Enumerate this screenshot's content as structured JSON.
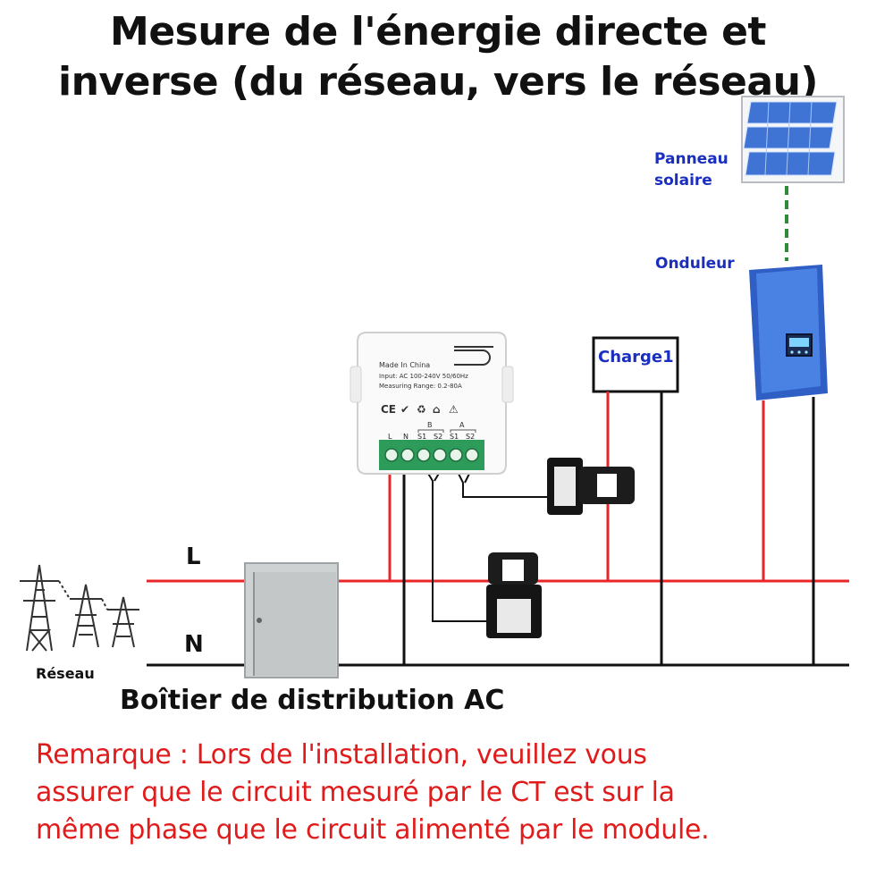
{
  "title_line1": "Mesure de l'énergie directe et",
  "title_line2": "inverse (du réseau, vers le réseau)",
  "labels": {
    "solar_panel_line1": "Panneau",
    "solar_panel_line2": "solaire",
    "inverter": "Onduleur",
    "load": "Charge1",
    "line_L": "L",
    "line_N": "N",
    "grid": "Réseau",
    "distribution_box": "Boîtier de distribution AC"
  },
  "module": {
    "made_in": "Made In China",
    "input": "Input: AC 100-240V 50/60Hz",
    "range": "Measuring Range: 0.2-80A",
    "group_b": "B",
    "group_a": "A",
    "terminals": [
      "L",
      "N",
      "S1",
      "S2",
      "S1",
      "S2"
    ]
  },
  "remark_lines": [
    "Remarque : Lors de l'installation, veuillez vous",
    "assurer que le circuit mesuré par le CT est sur la",
    "même phase que le circuit alimenté par le module."
  ],
  "colors": {
    "live_wire": "#e8262a",
    "neutral_wire": "#111111",
    "label_blue": "#1a2fc0",
    "remark_red": "#e01b1b",
    "inverter_blue": "#3a6fd8",
    "dc_green": "#2e8b3a"
  }
}
